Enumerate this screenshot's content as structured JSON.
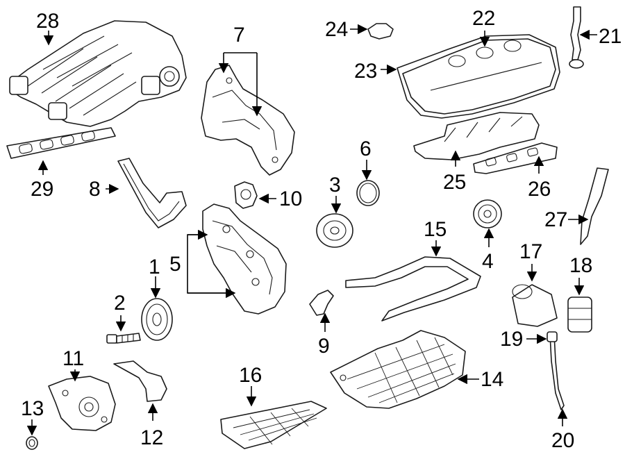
{
  "callouts": {
    "c1": "1",
    "c2": "2",
    "c3": "3",
    "c4": "4",
    "c5": "5",
    "c6": "6",
    "c7": "7",
    "c8": "8",
    "c9": "9",
    "c10": "10",
    "c11": "11",
    "c12": "12",
    "c13": "13",
    "c14": "14",
    "c15": "15",
    "c16": "16",
    "c17": "17",
    "c18": "18",
    "c19": "19",
    "c20": "20",
    "c21": "21",
    "c22": "22",
    "c23": "23",
    "c24": "24",
    "c25": "25",
    "c26": "26",
    "c27": "27",
    "c28": "28",
    "c29": "29"
  },
  "colors": {
    "line": "#1a1a1a",
    "background": "#ffffff"
  }
}
